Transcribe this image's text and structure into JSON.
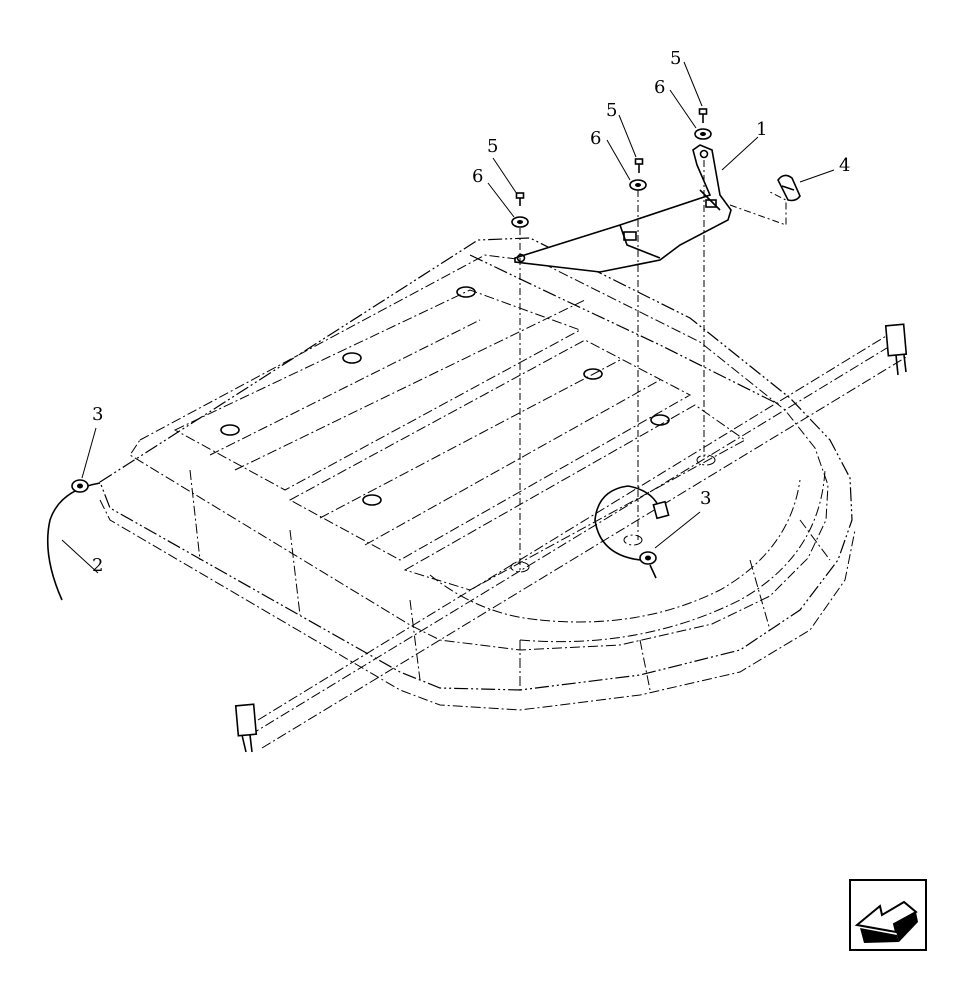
{
  "diagram": {
    "callouts": [
      {
        "id": "c-1",
        "text": "1"
      },
      {
        "id": "c-2",
        "text": "2"
      },
      {
        "id": "c-3a",
        "text": "3"
      },
      {
        "id": "c-3b",
        "text": "3"
      },
      {
        "id": "c-4",
        "text": "4"
      },
      {
        "id": "c-5a",
        "text": "5"
      },
      {
        "id": "c-5b",
        "text": "5"
      },
      {
        "id": "c-5c",
        "text": "5"
      },
      {
        "id": "c-6a",
        "text": "6"
      },
      {
        "id": "c-6b",
        "text": "6"
      },
      {
        "id": "c-6c",
        "text": "6"
      }
    ],
    "nav_icon": "previous-arrow-icon"
  }
}
